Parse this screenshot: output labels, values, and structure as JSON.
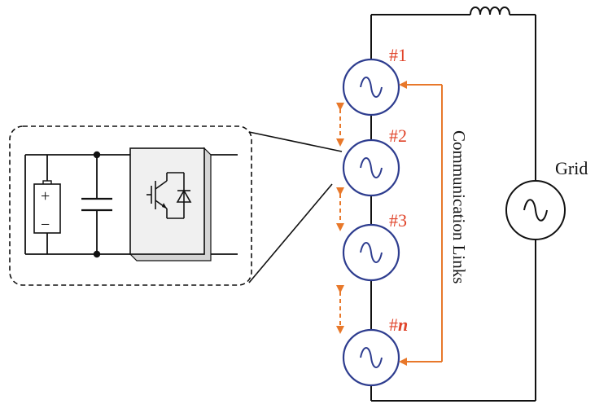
{
  "labels": {
    "unit_1": "#1",
    "unit_2": "#2",
    "unit_3": "#3",
    "unit_n_prefix": "#",
    "unit_n_suffix": "n",
    "grid": "Grid",
    "communication": "Communication Links",
    "battery_plus": "+",
    "battery_minus": "−"
  },
  "colors": {
    "unit_circle": "#2e3d8f",
    "label_accent": "#e0442a",
    "communication_link": "#e8782a",
    "wire": "#111111"
  }
}
